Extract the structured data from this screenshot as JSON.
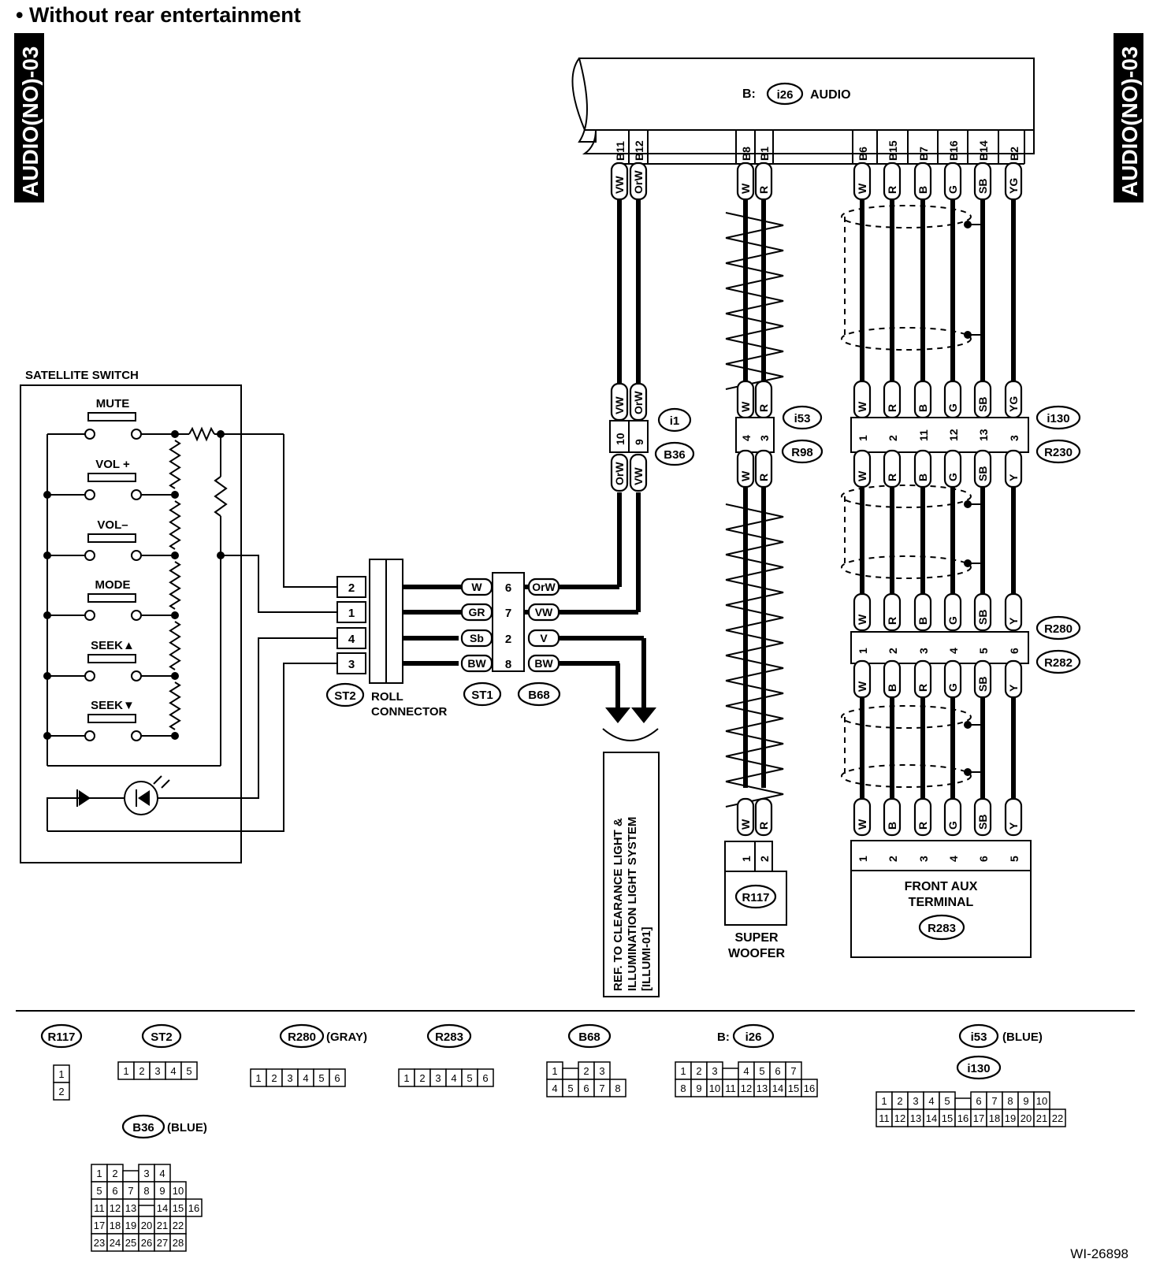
{
  "page": {
    "header": "• Without rear entertainment",
    "side_tab": "AUDIO(NO)-03",
    "figure_id": "WI-26898"
  },
  "audio_unit": {
    "prefix": "B:",
    "connector": "i26",
    "name": "AUDIO",
    "pins": [
      "B11",
      "B12",
      "B8",
      "B1",
      "B6",
      "B15",
      "B7",
      "B16",
      "B14",
      "B2"
    ]
  },
  "wire_colors": {
    "audio_out": [
      "VW",
      "OrW",
      "W",
      "R",
      "W",
      "R",
      "B",
      "G",
      "SB",
      "YG"
    ],
    "i1_to_b36_top": [
      "VW",
      "OrW"
    ],
    "i1_to_b36_bottom": [
      "OrW",
      "VW"
    ],
    "i53_top": [
      "W",
      "R"
    ],
    "r98_bottom": [
      "W",
      "R"
    ],
    "r117_top": [
      "W",
      "R"
    ],
    "i130_top": [
      "W",
      "R",
      "B",
      "G",
      "SB",
      "YG"
    ],
    "r230_bottom": [
      "W",
      "R",
      "B",
      "G",
      "SB",
      "Y"
    ],
    "r280_top": [
      "W",
      "R",
      "B",
      "G",
      "SB",
      "Y"
    ],
    "r282_bottom": [
      "W",
      "B",
      "R",
      "G",
      "SB",
      "Y"
    ],
    "r283_top": [
      "W",
      "B",
      "R",
      "G",
      "SB",
      "Y"
    ]
  },
  "joints": {
    "i1": {
      "name": "i1",
      "mate": "B36",
      "pins": [
        "10",
        "9"
      ]
    },
    "i53": {
      "name": "i53",
      "mate": "R98",
      "pins": [
        "4",
        "3"
      ]
    },
    "i130": {
      "name": "i130",
      "mate": "R230",
      "pins": [
        "1",
        "2",
        "11",
        "12",
        "13",
        "3"
      ]
    },
    "r280": {
      "name": "R280",
      "mate": "R282",
      "pins": [
        "1",
        "2",
        "3",
        "4",
        "5",
        "6"
      ]
    }
  },
  "satellite_switch": {
    "title": "SATELLITE SWITCH",
    "switches": [
      "MUTE",
      "VOL +",
      "VOL–",
      "MODE",
      "SEEK▲",
      "SEEK▼"
    ]
  },
  "roll_connector": {
    "connector": "ST2",
    "label_line1": "ROLL",
    "label_line2": "CONNECTOR",
    "pins": [
      "2",
      "1",
      "4",
      "3"
    ]
  },
  "st1_b68": {
    "st1": "ST1",
    "b68": "B68",
    "left_colors": [
      "W",
      "GR",
      "Sb",
      "BW"
    ],
    "pins": [
      "6",
      "7",
      "2",
      "8"
    ],
    "right_colors": [
      "OrW",
      "VW",
      "V",
      "BW"
    ]
  },
  "reference_note": {
    "line1": "REF. TO CLEARANCE LIGHT &",
    "line2": "ILLUMINATION LIGHT SYSTEM",
    "line3": "[ILLUMI-01]"
  },
  "super_woofer": {
    "connector": "R117",
    "pins": [
      "1",
      "2"
    ],
    "label_line1": "SUPER",
    "label_line2": "WOOFER"
  },
  "front_aux": {
    "connector": "R283",
    "pins": [
      "1",
      "2",
      "3",
      "4",
      "6",
      "5"
    ],
    "label_line1": "FRONT AUX",
    "label_line2": "TERMINAL"
  },
  "connector_views": {
    "r117": {
      "name": "R117",
      "rows": [
        [
          "1"
        ],
        [
          "2"
        ]
      ]
    },
    "st2": {
      "name": "ST2",
      "rows": [
        [
          "1",
          "2",
          "3",
          "4",
          "5"
        ]
      ]
    },
    "r280": {
      "name": "R280",
      "note": "(GRAY)",
      "rows": [
        [
          "1",
          "2",
          "3",
          "4",
          "5",
          "6"
        ]
      ]
    },
    "r283": {
      "name": "R283",
      "rows": [
        [
          "1",
          "2",
          "3",
          "4",
          "5",
          "6"
        ]
      ]
    },
    "b68": {
      "name": "B68",
      "rows": [
        [
          "1",
          "",
          "2",
          "3"
        ],
        [
          "4",
          "5",
          "6",
          "7",
          "8"
        ]
      ]
    },
    "i26": {
      "name": "i26",
      "prefix": "B:",
      "rows": [
        [
          "1",
          "2",
          "3",
          "",
          "4",
          "5",
          "6",
          "7"
        ],
        [
          "8",
          "9",
          "10",
          "11",
          "12",
          "13",
          "14",
          "15",
          "16"
        ]
      ]
    },
    "i53": {
      "name": "i53",
      "note": "(BLUE)",
      "name2": "i130",
      "rows": [
        [
          "1",
          "2",
          "3",
          "4",
          "5",
          "",
          "6",
          "7",
          "8",
          "9",
          "10"
        ],
        [
          "11",
          "12",
          "13",
          "14",
          "15",
          "16",
          "17",
          "18",
          "19",
          "20",
          "21",
          "22"
        ]
      ]
    },
    "b36": {
      "name": "B36",
      "note": "(BLUE)",
      "rows": [
        [
          "1",
          "2",
          "",
          "3",
          "4"
        ],
        [
          "5",
          "6",
          "7",
          "8",
          "9",
          "10"
        ],
        [
          "11",
          "12",
          "13",
          "",
          "14",
          "15",
          "16"
        ],
        [
          "17",
          "18",
          "19",
          "20",
          "21",
          "22"
        ],
        [
          "23",
          "24",
          "25",
          "26",
          "27",
          "28"
        ]
      ]
    }
  }
}
